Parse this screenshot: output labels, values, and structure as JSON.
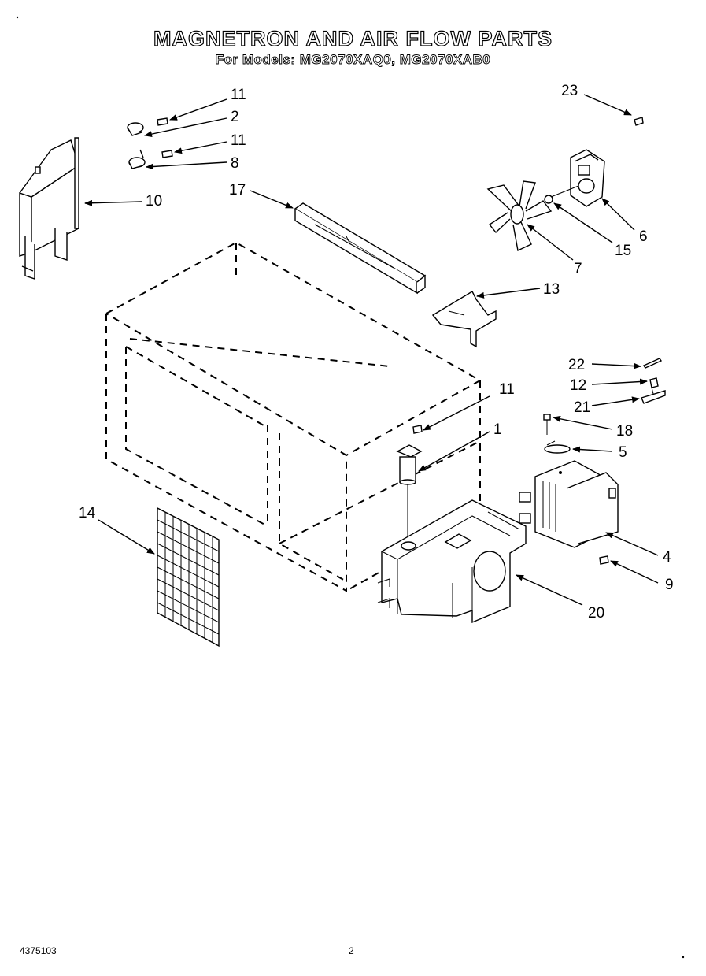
{
  "header": {
    "title": "MAGNETRON AND AIR FLOW PARTS",
    "subtitle": "For Models: MG2070XAQ0, MG2070XAB0"
  },
  "callouts": {
    "c11a": "11",
    "c2": "2",
    "c11b": "11",
    "c8": "8",
    "c10": "10",
    "c17": "17",
    "c23": "23",
    "c6": "6",
    "c15": "15",
    "c7": "7",
    "c13": "13",
    "c22": "22",
    "c12": "12",
    "c21": "21",
    "c18": "18",
    "c5": "5",
    "c11c": "11",
    "c1": "1",
    "c4": "4",
    "c9": "9",
    "c14": "14",
    "c20": "20"
  },
  "footer": {
    "doc_number": "4375103",
    "page_number": "2"
  }
}
